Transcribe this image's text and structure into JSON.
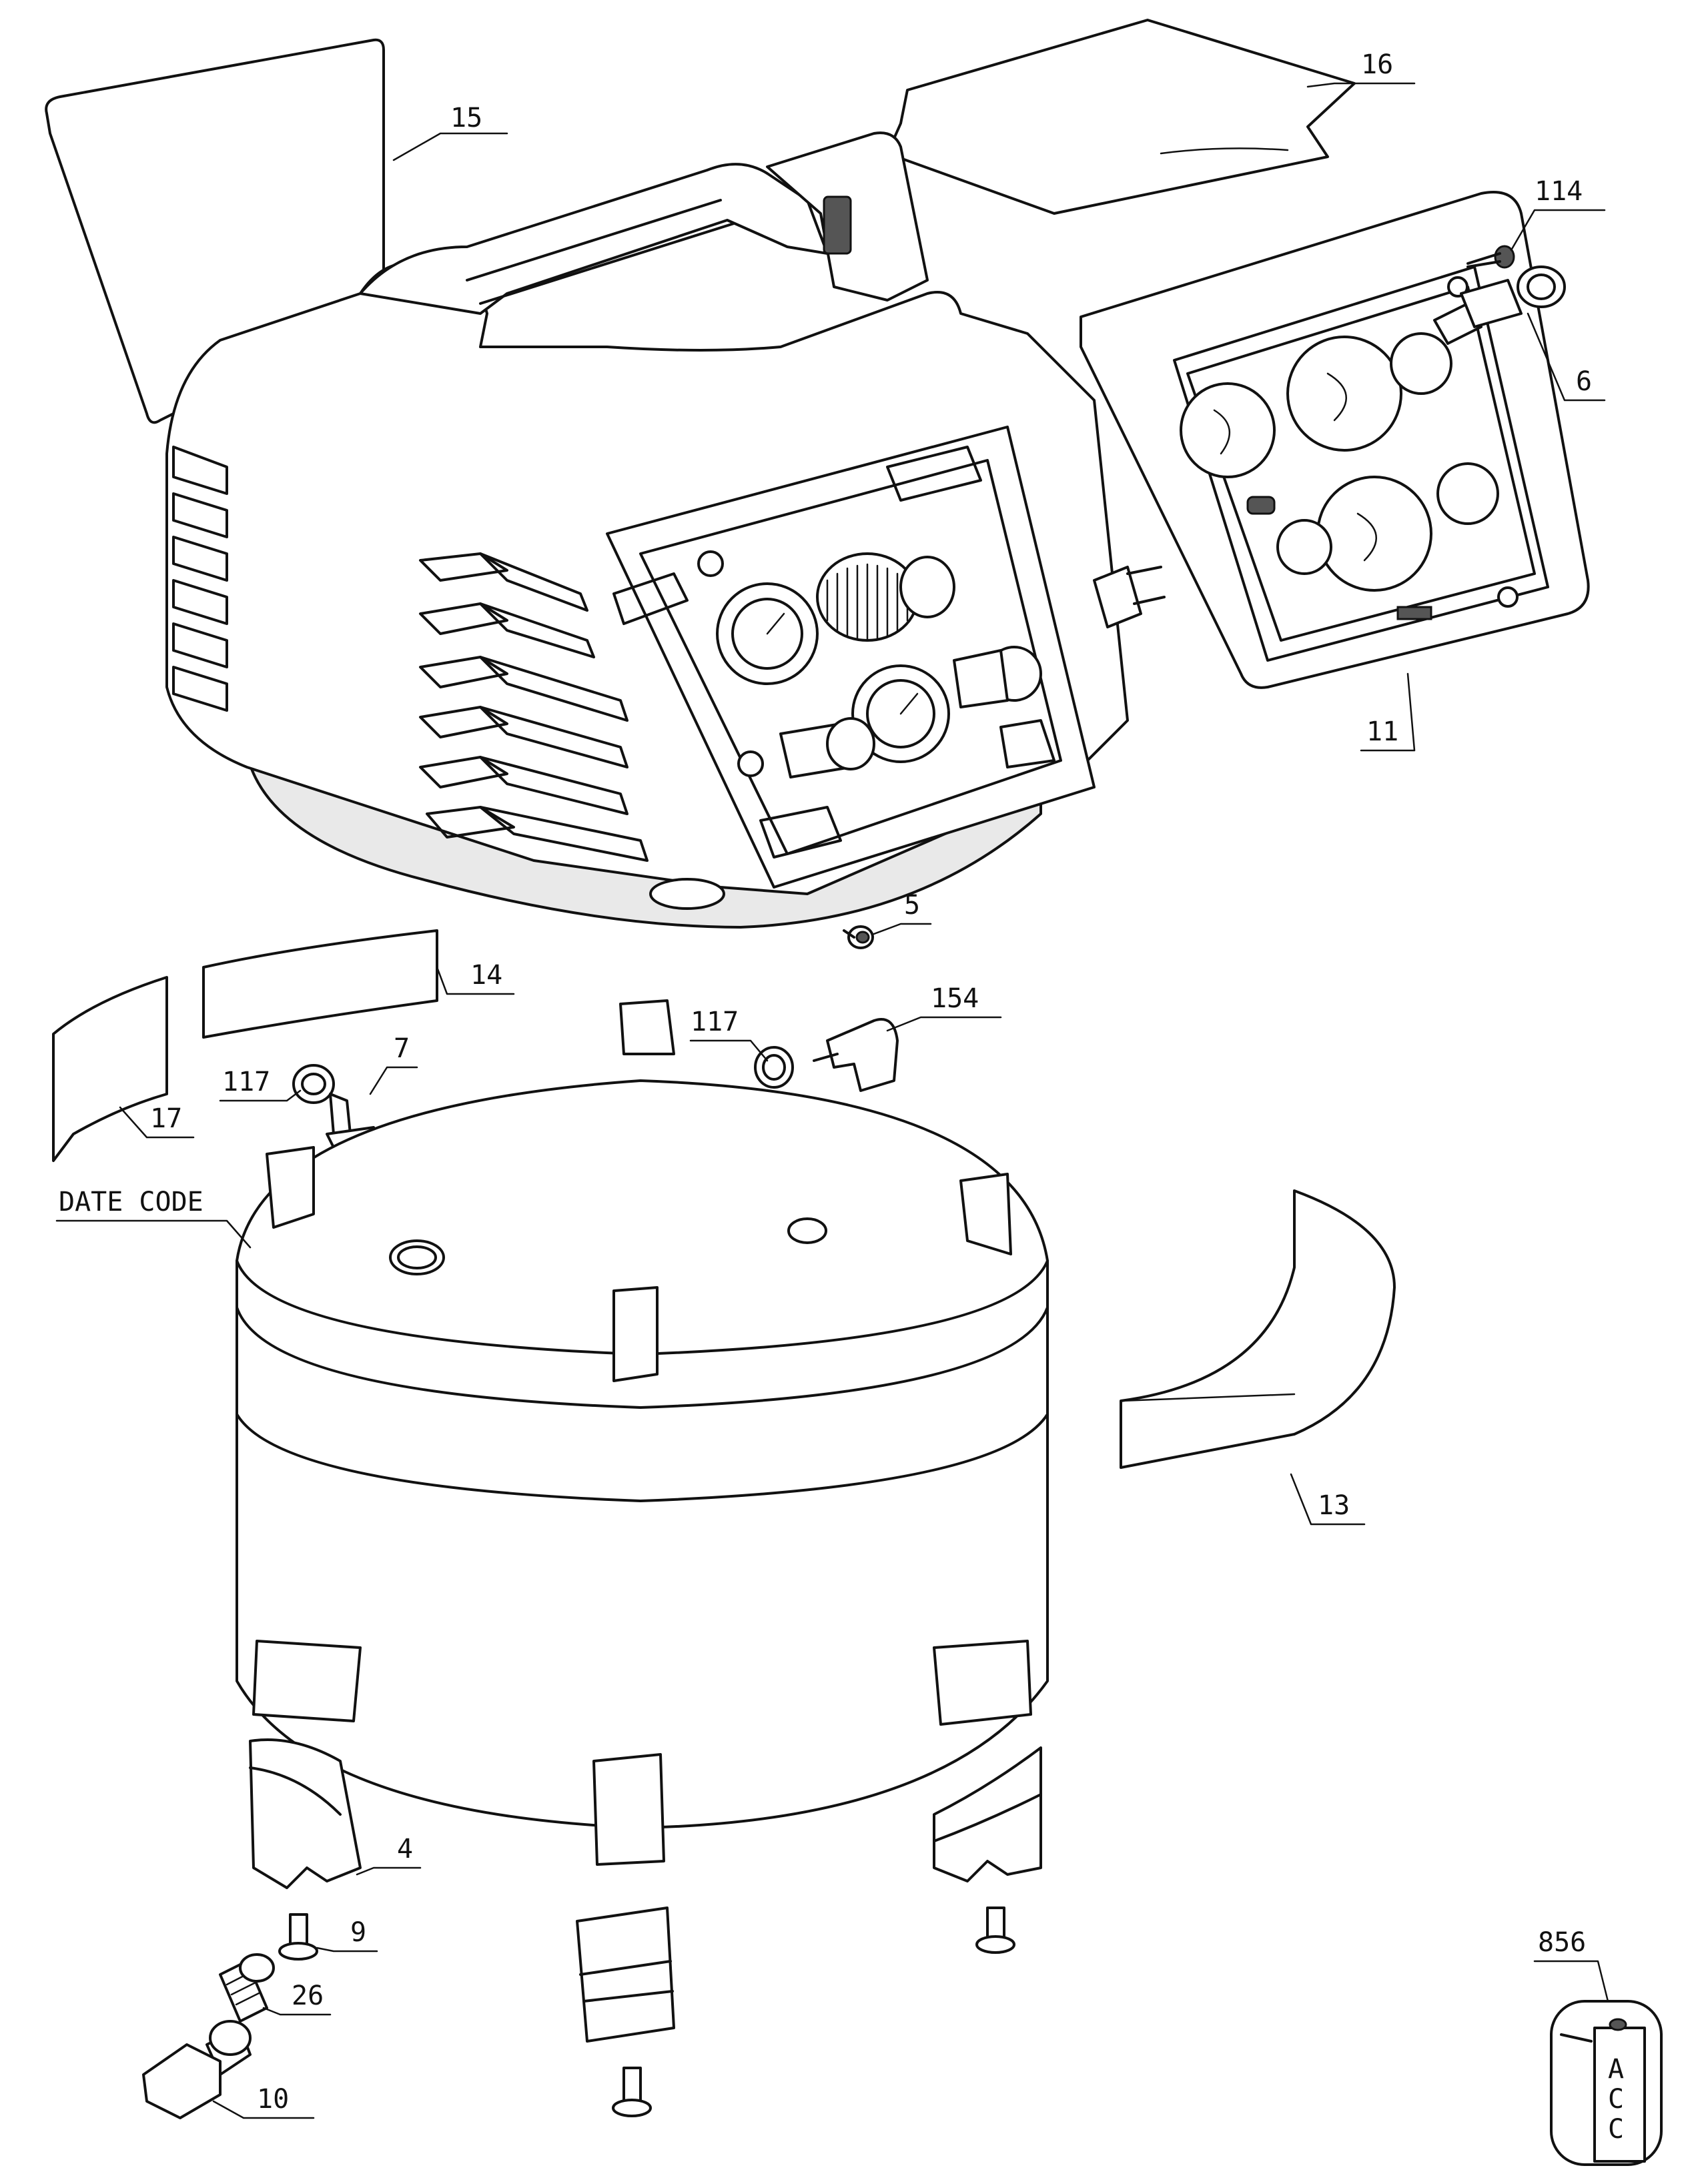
{
  "callouts": {
    "c15": "15",
    "c16": "16",
    "c114": "114",
    "c6": "6",
    "c11": "11",
    "c5": "5",
    "c14": "14",
    "c117a": "117",
    "c154": "154",
    "c117b": "117",
    "c7": "7",
    "c17": "17",
    "date_code": "DATE CODE",
    "c13": "13",
    "c4": "4",
    "c9": "9",
    "c26": "26",
    "c10": "10",
    "c856": "856"
  },
  "acc_label": {
    "l1": "A",
    "l2": "C",
    "l3": "C"
  }
}
